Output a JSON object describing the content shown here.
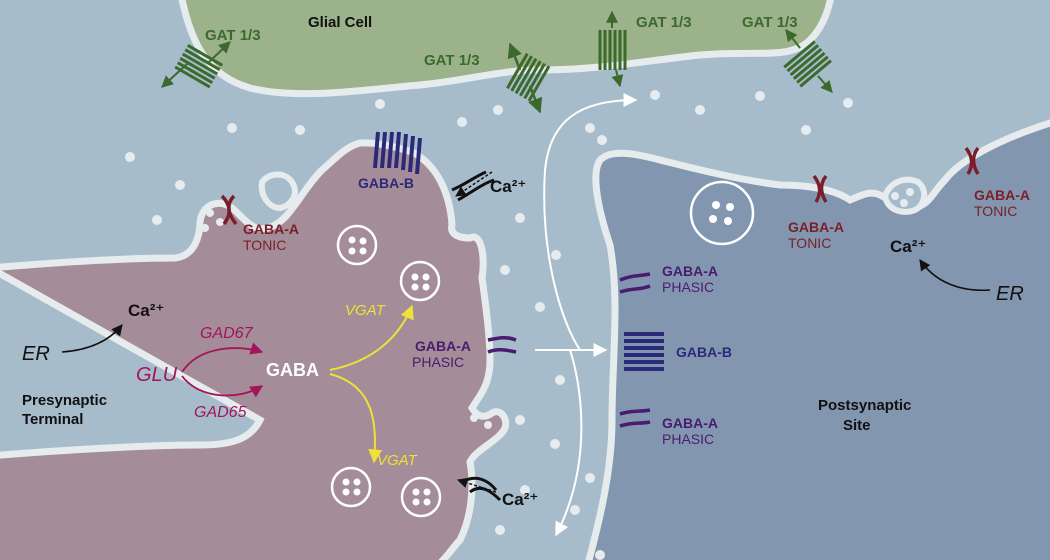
{
  "colors": {
    "background": "#a6bccb",
    "membrane": "#e6ebee",
    "glial": "#9cb28a",
    "presynaptic": "#a48c98",
    "postsynaptic": "#8396b0",
    "gat": "#3b6a2c",
    "gaba_b": "#2a2a78",
    "gaba_a_tonic": "#7a1f2a",
    "gaba_a_phasic": "#4a1b6e",
    "magenta": "#a3145a",
    "yellow": "#ede13a",
    "black": "#111111"
  },
  "glial": {
    "title": "Glial Cell",
    "gat1": "GAT 1/3",
    "gat2": "GAT 1/3",
    "gat3": "GAT 1/3",
    "gat4": "GAT 1/3"
  },
  "pre": {
    "gaba_b": "GABA-B",
    "ca_top": "Ca²⁺",
    "gaba_a": "GABA-A",
    "tonic": "TONIC",
    "ca_left": "Ca²⁺",
    "er": "ER",
    "gad67": "GAD67",
    "glu": "GLU",
    "gad65": "GAD65",
    "gaba": "GABA",
    "vgat1": "VGAT",
    "vgat2": "VGAT",
    "phasic_a": "GABA-A",
    "phasic": "PHASIC",
    "ca_bottom": "Ca²⁺",
    "title_line1": "Presynaptic",
    "title_line2": "Terminal"
  },
  "post": {
    "gaba_a1": "GABA-A",
    "phasic1": "PHASIC",
    "gaba_b": "GABA-B",
    "gaba_a2": "GABA-A",
    "phasic2": "PHASIC",
    "gaba_a_t1": "GABA-A",
    "tonic1": "TONIC",
    "gaba_a_t2": "GABA-A",
    "tonic2": "TONIC",
    "ca": "Ca²⁺",
    "er": "ER",
    "title_line1": "Postsynaptic",
    "title_line2": "Site"
  }
}
